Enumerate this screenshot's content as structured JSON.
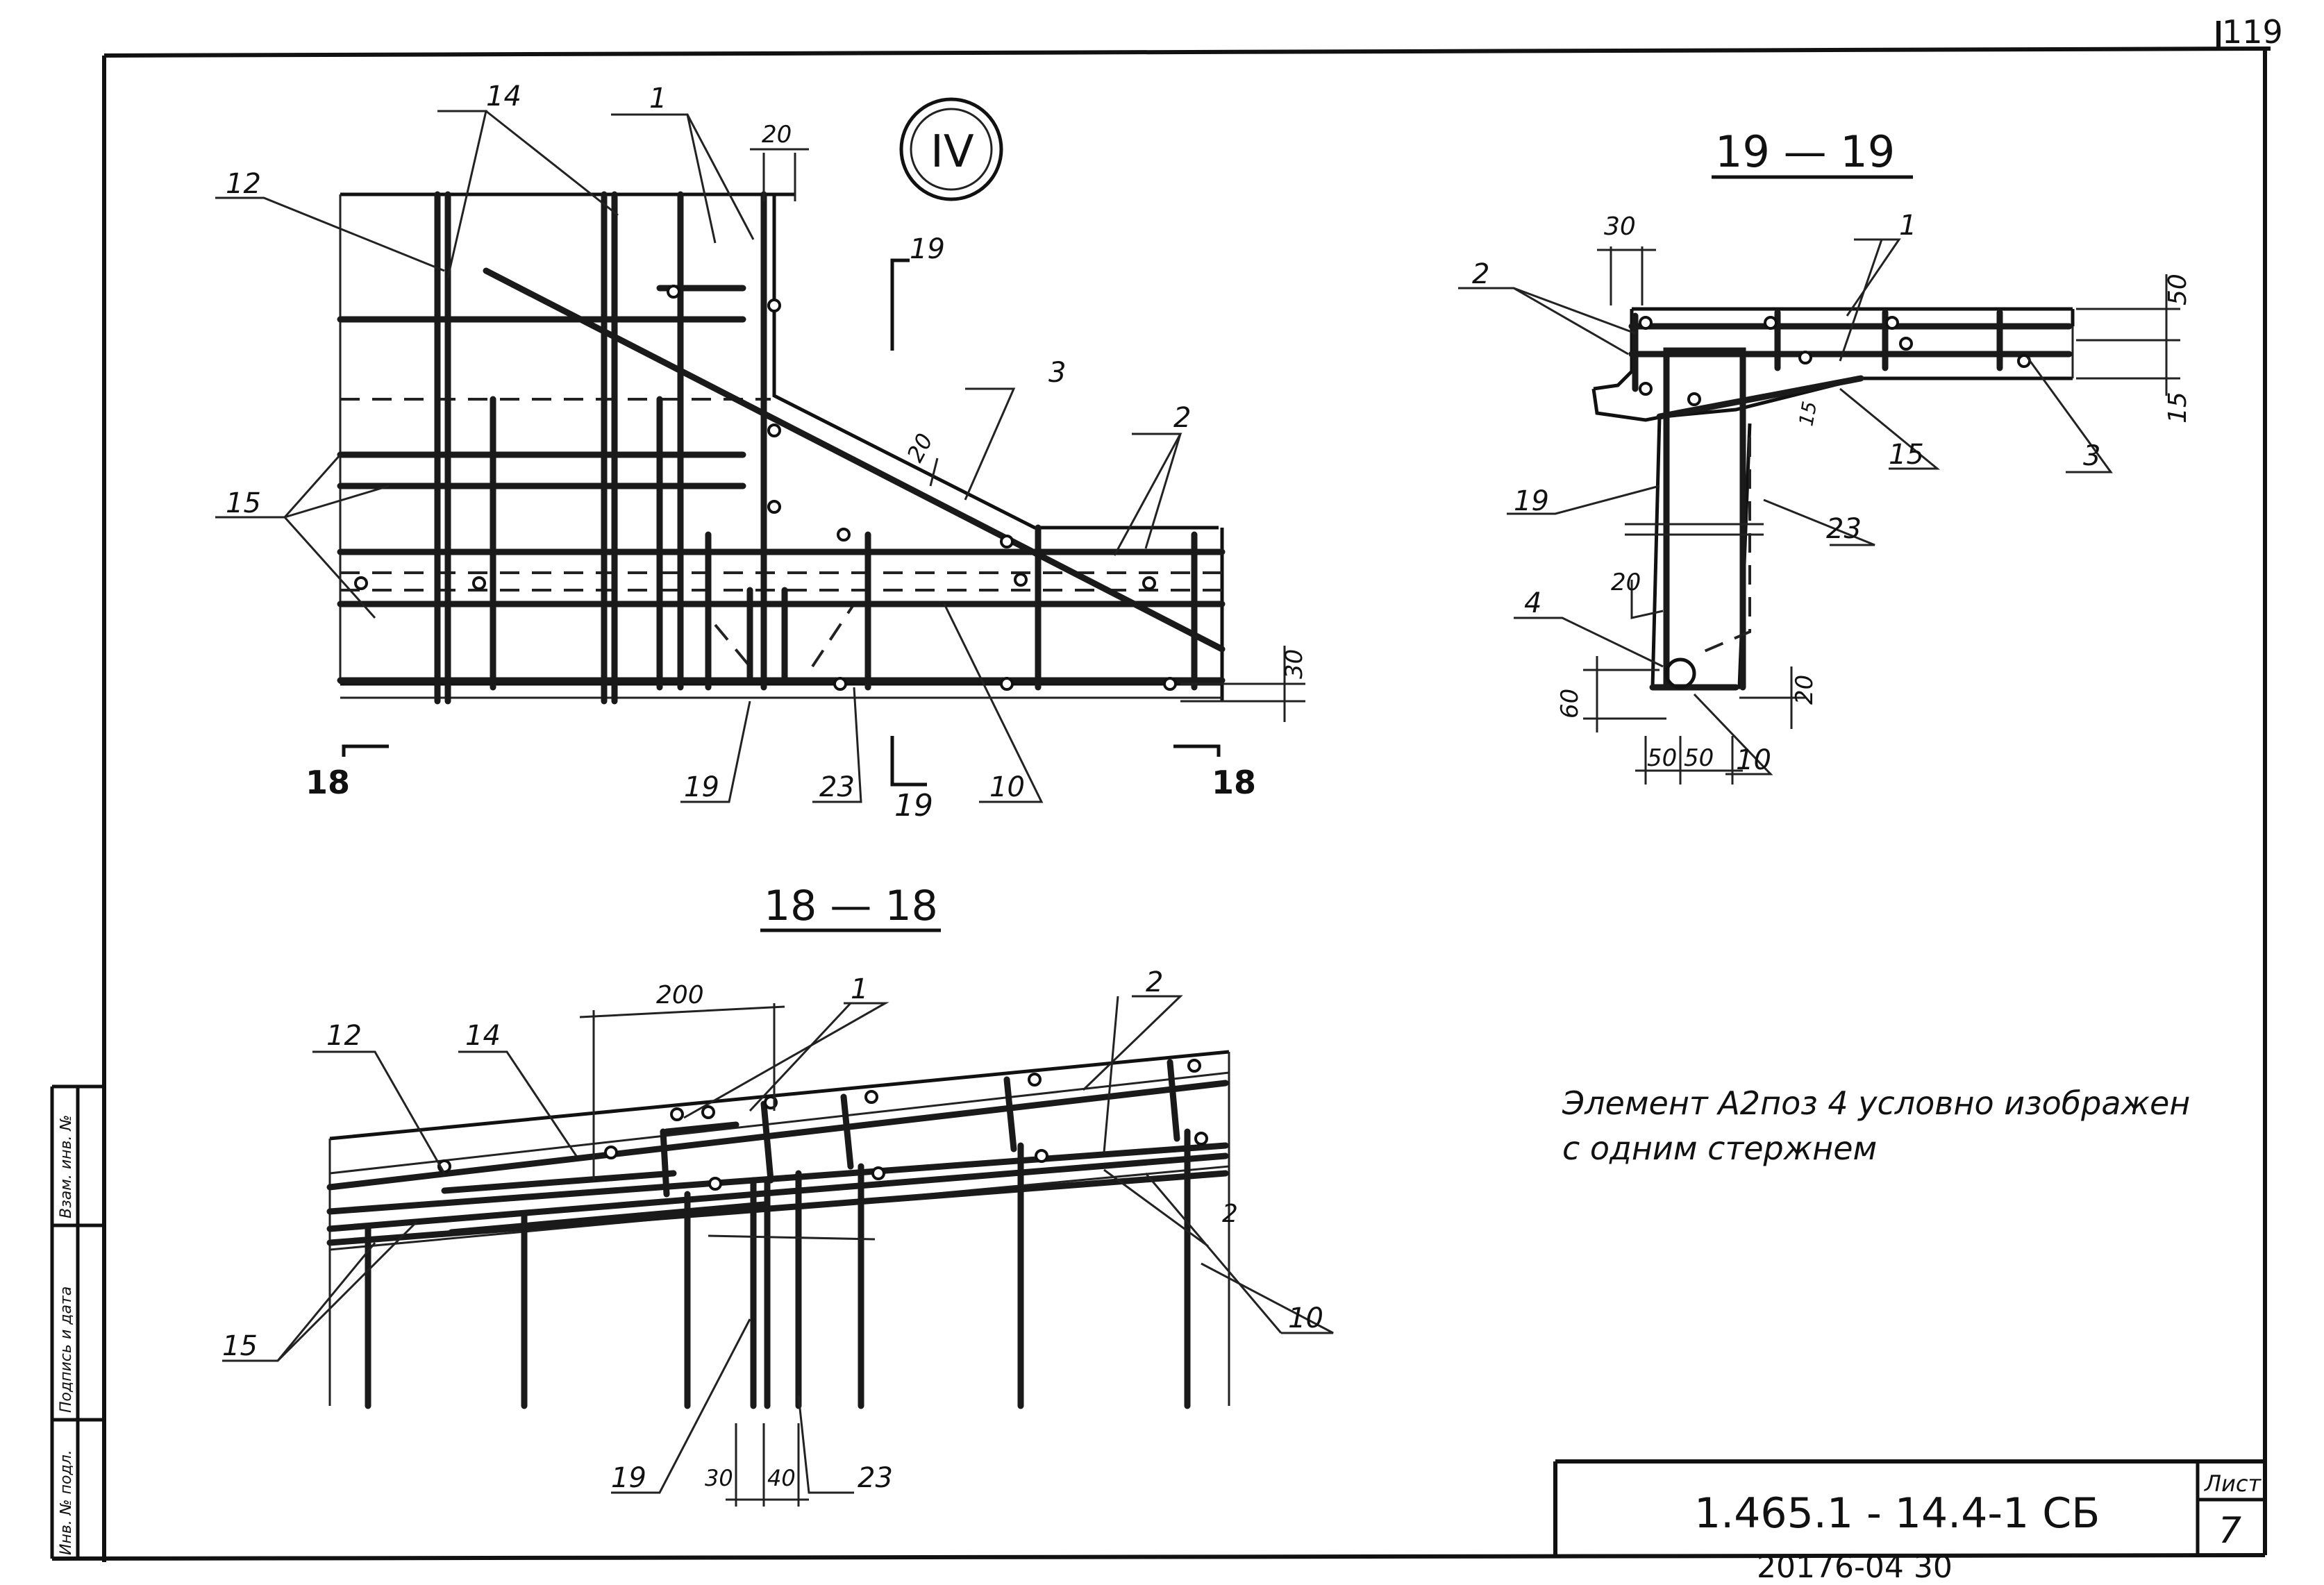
{
  "sheet_page_top": "119",
  "node_mark": "IV",
  "view_iv": {
    "labels": [
      "14",
      "1",
      "20",
      "12",
      "19",
      "3",
      "2",
      "20",
      "15",
      "30",
      "18",
      "19",
      "23",
      "19",
      "10",
      "18"
    ]
  },
  "section_19": {
    "title": "19 — 19",
    "labels": [
      "30",
      "1",
      "2",
      "50",
      "15",
      "3",
      "15",
      "19",
      "15",
      "23",
      "20",
      "4",
      "60",
      "20",
      "50",
      "50",
      "10"
    ]
  },
  "section_18": {
    "title": "18 — 18",
    "labels": [
      "200",
      "1",
      "2",
      "12",
      "14",
      "2",
      "15",
      "10",
      "19",
      "30",
      "40",
      "23"
    ]
  },
  "note": {
    "line1": "Элемент А2поз 4 условно изображен",
    "line2": "с одним стержнем"
  },
  "title_block": {
    "code": "1.465.1 - 14.4-1 СБ",
    "sheet_label": "Лист",
    "sheet_number": "7",
    "bottom_stamp": "20176-04  30"
  },
  "side_stamp": {
    "col1": "Взам. инв. №",
    "col2": "Подпись и дата",
    "col3": "Инв. № подл."
  }
}
